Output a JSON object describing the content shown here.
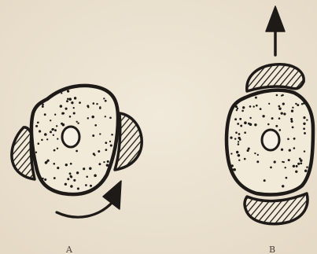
{
  "figure": {
    "panels": [
      {
        "id": "A",
        "label": "A"
      },
      {
        "id": "B",
        "label": "B"
      }
    ]
  },
  "colors": {
    "paper": "#ece3d3",
    "ink": "#1d1a17",
    "cell_fill": "#f2ead9",
    "hatch_fill": "#4a4038"
  }
}
